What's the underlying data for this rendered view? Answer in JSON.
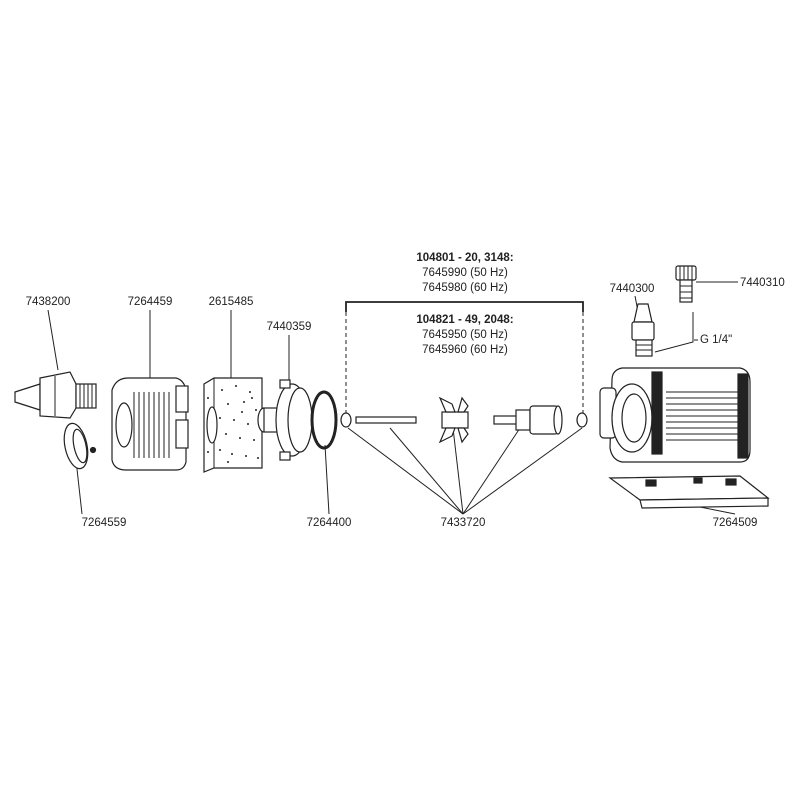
{
  "parts": {
    "nozzle": "7438200",
    "nozzle_cap": "7264559",
    "filter_basket": "7264459",
    "foam_filter": "2615485",
    "pump_cover": "7440359",
    "o_ring": "7264400",
    "impeller_set": "7433720",
    "adapter": "7440300",
    "hose_connector": "7440310",
    "base_plate": "7264509"
  },
  "thread_label": "G 1/4\"",
  "groups": [
    {
      "models": "104801 - 20, 3148:",
      "variants": [
        "7645990 (50 Hz)",
        "7645980 (60 Hz)"
      ]
    },
    {
      "models": "104821 - 49, 2048:",
      "variants": [
        "7645950 (50 Hz)",
        "7645960 (60 Hz)"
      ]
    }
  ]
}
